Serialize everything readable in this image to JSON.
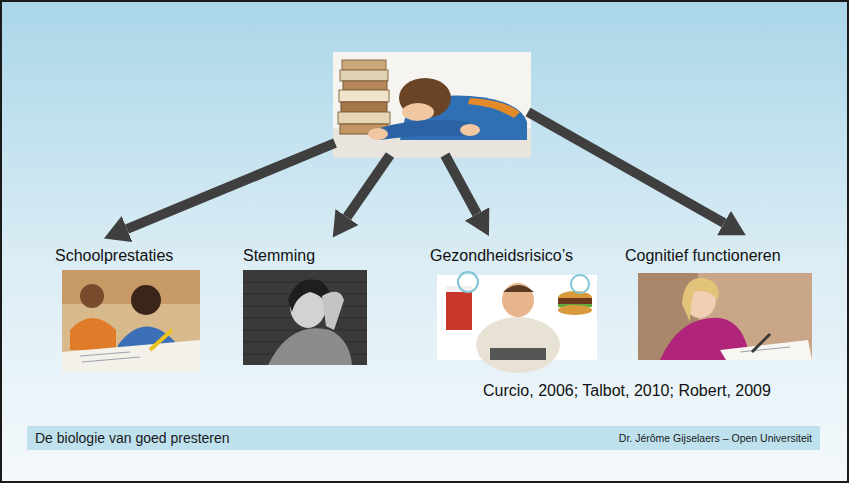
{
  "diagram": {
    "nodes": [
      {
        "text": [
          "De biologie van goed presteren",
          "Dr. Jérôme Gijselaers – Open Universiteit"
        ]
      }
    ],
    "labels": [
      "Schoolprestaties",
      "Stemming",
      "Gezondheidsrisico’s",
      "Cognitief functioneren",
      "Curcio, 2006; Talbot, 2010; Robert, 2009"
    ]
  }
}
